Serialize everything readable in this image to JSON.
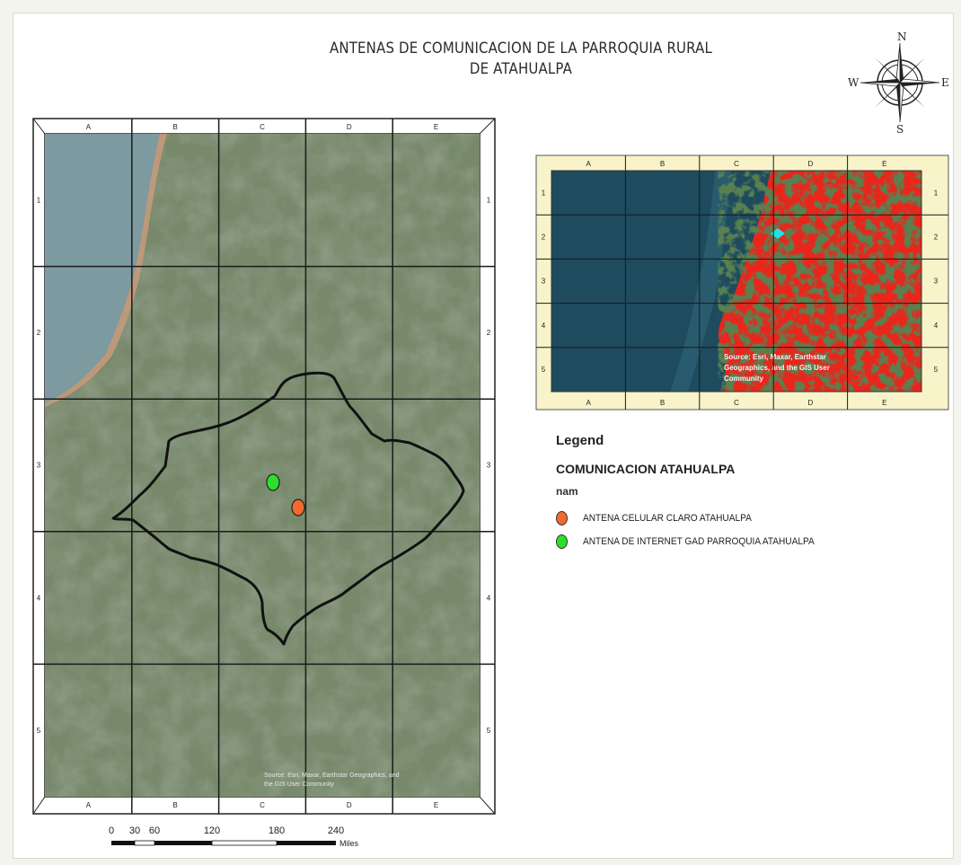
{
  "title": {
    "line1": "ANTENAS DE COMUNICACION DE LA PARROQUIA RURAL",
    "line2": "DE ATAHUALPA"
  },
  "compass": {
    "n": "N",
    "s": "S",
    "e": "E",
    "w": "W",
    "icon": "compass-rose-icon"
  },
  "main_map": {
    "columns": [
      "A",
      "B",
      "C",
      "D",
      "E"
    ],
    "rows": [
      "1",
      "2",
      "3",
      "4",
      "5"
    ],
    "attribution_line1": "Source: Esri, Maxar, Earthstar Geographics, and",
    "attribution_line2": "the GIS User Community",
    "colors": {
      "land": "#78896b",
      "sea": "#7c9aa0",
      "coast": "#c39a7c",
      "boundary": "#111111"
    }
  },
  "inset_map": {
    "columns": [
      "A",
      "B",
      "C",
      "D",
      "E"
    ],
    "rows": [
      "1",
      "2",
      "3",
      "4",
      "5"
    ],
    "attribution_line1": "Source: Esri, Maxar, Earthstar",
    "attribution_line2": "Geographics, and the GIS User",
    "attribution_line3": "Community",
    "colors": {
      "sea": "#1e4b5e",
      "land": "#e8261c",
      "marker": "#22e0e8",
      "frame": "#f8f3c9"
    }
  },
  "legend": {
    "title": "Legend",
    "layer": "COMUNICACION ATAHUALPA",
    "field": "nam",
    "items": [
      {
        "label": "ANTENA CELULAR CLARO ATAHUALPA",
        "color": "#f26a2c"
      },
      {
        "label": "ANTENA DE INTERNET GAD PARROQUIA ATAHUALPA",
        "color": "#2be02a"
      }
    ]
  },
  "scalebar": {
    "ticks": [
      "0",
      "30",
      "60",
      "120",
      "180",
      "240"
    ],
    "unit": "Miles"
  }
}
